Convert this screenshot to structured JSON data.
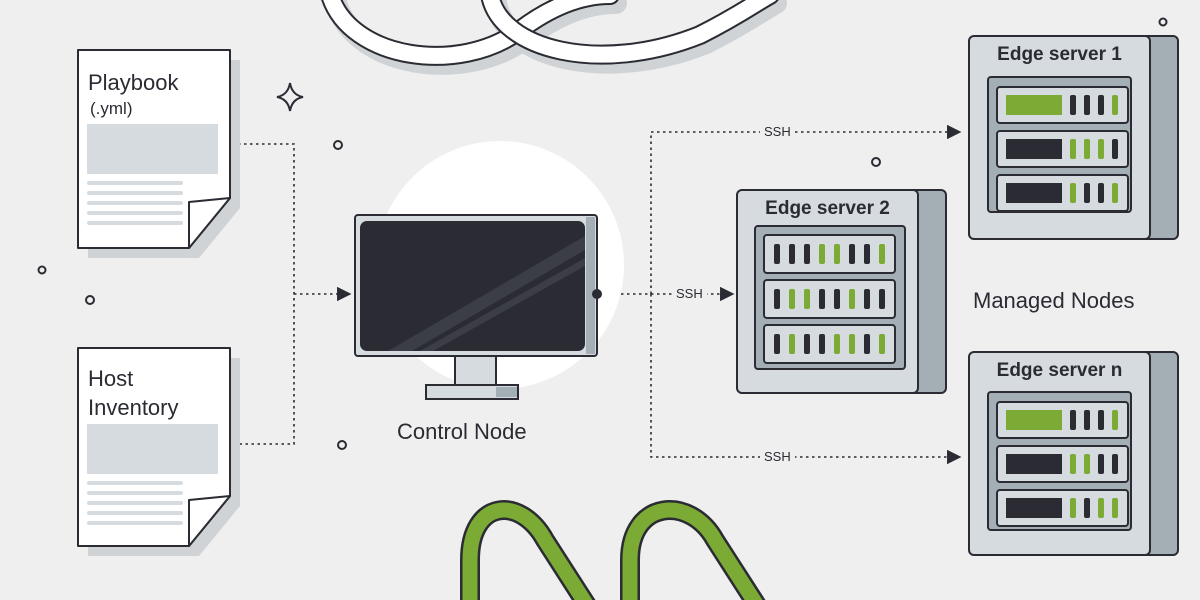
{
  "colors": {
    "background": "#efefef",
    "ink": "#2a2b33",
    "paper": "#ffffff",
    "shadow": "#d0d3d5",
    "server_body": "#d5dbde",
    "server_side": "#a4afb5",
    "screen": "#2a2b33",
    "accent_green": "#7bab35",
    "placeholder": "#d5dbde"
  },
  "documents": {
    "playbook": {
      "title": "Playbook",
      "subtitle": "(.yml)"
    },
    "inventory": {
      "title_line1": "Host",
      "title_line2": "Inventory"
    }
  },
  "control_node": {
    "label": "Control Node"
  },
  "servers": {
    "edge1": {
      "title": "Edge server 1"
    },
    "edge2": {
      "title": "Edge server 2"
    },
    "edgen": {
      "title": "Edge server n"
    }
  },
  "connections": {
    "ssh_label": "SSH"
  },
  "managed_nodes": {
    "label": "Managed Nodes"
  }
}
